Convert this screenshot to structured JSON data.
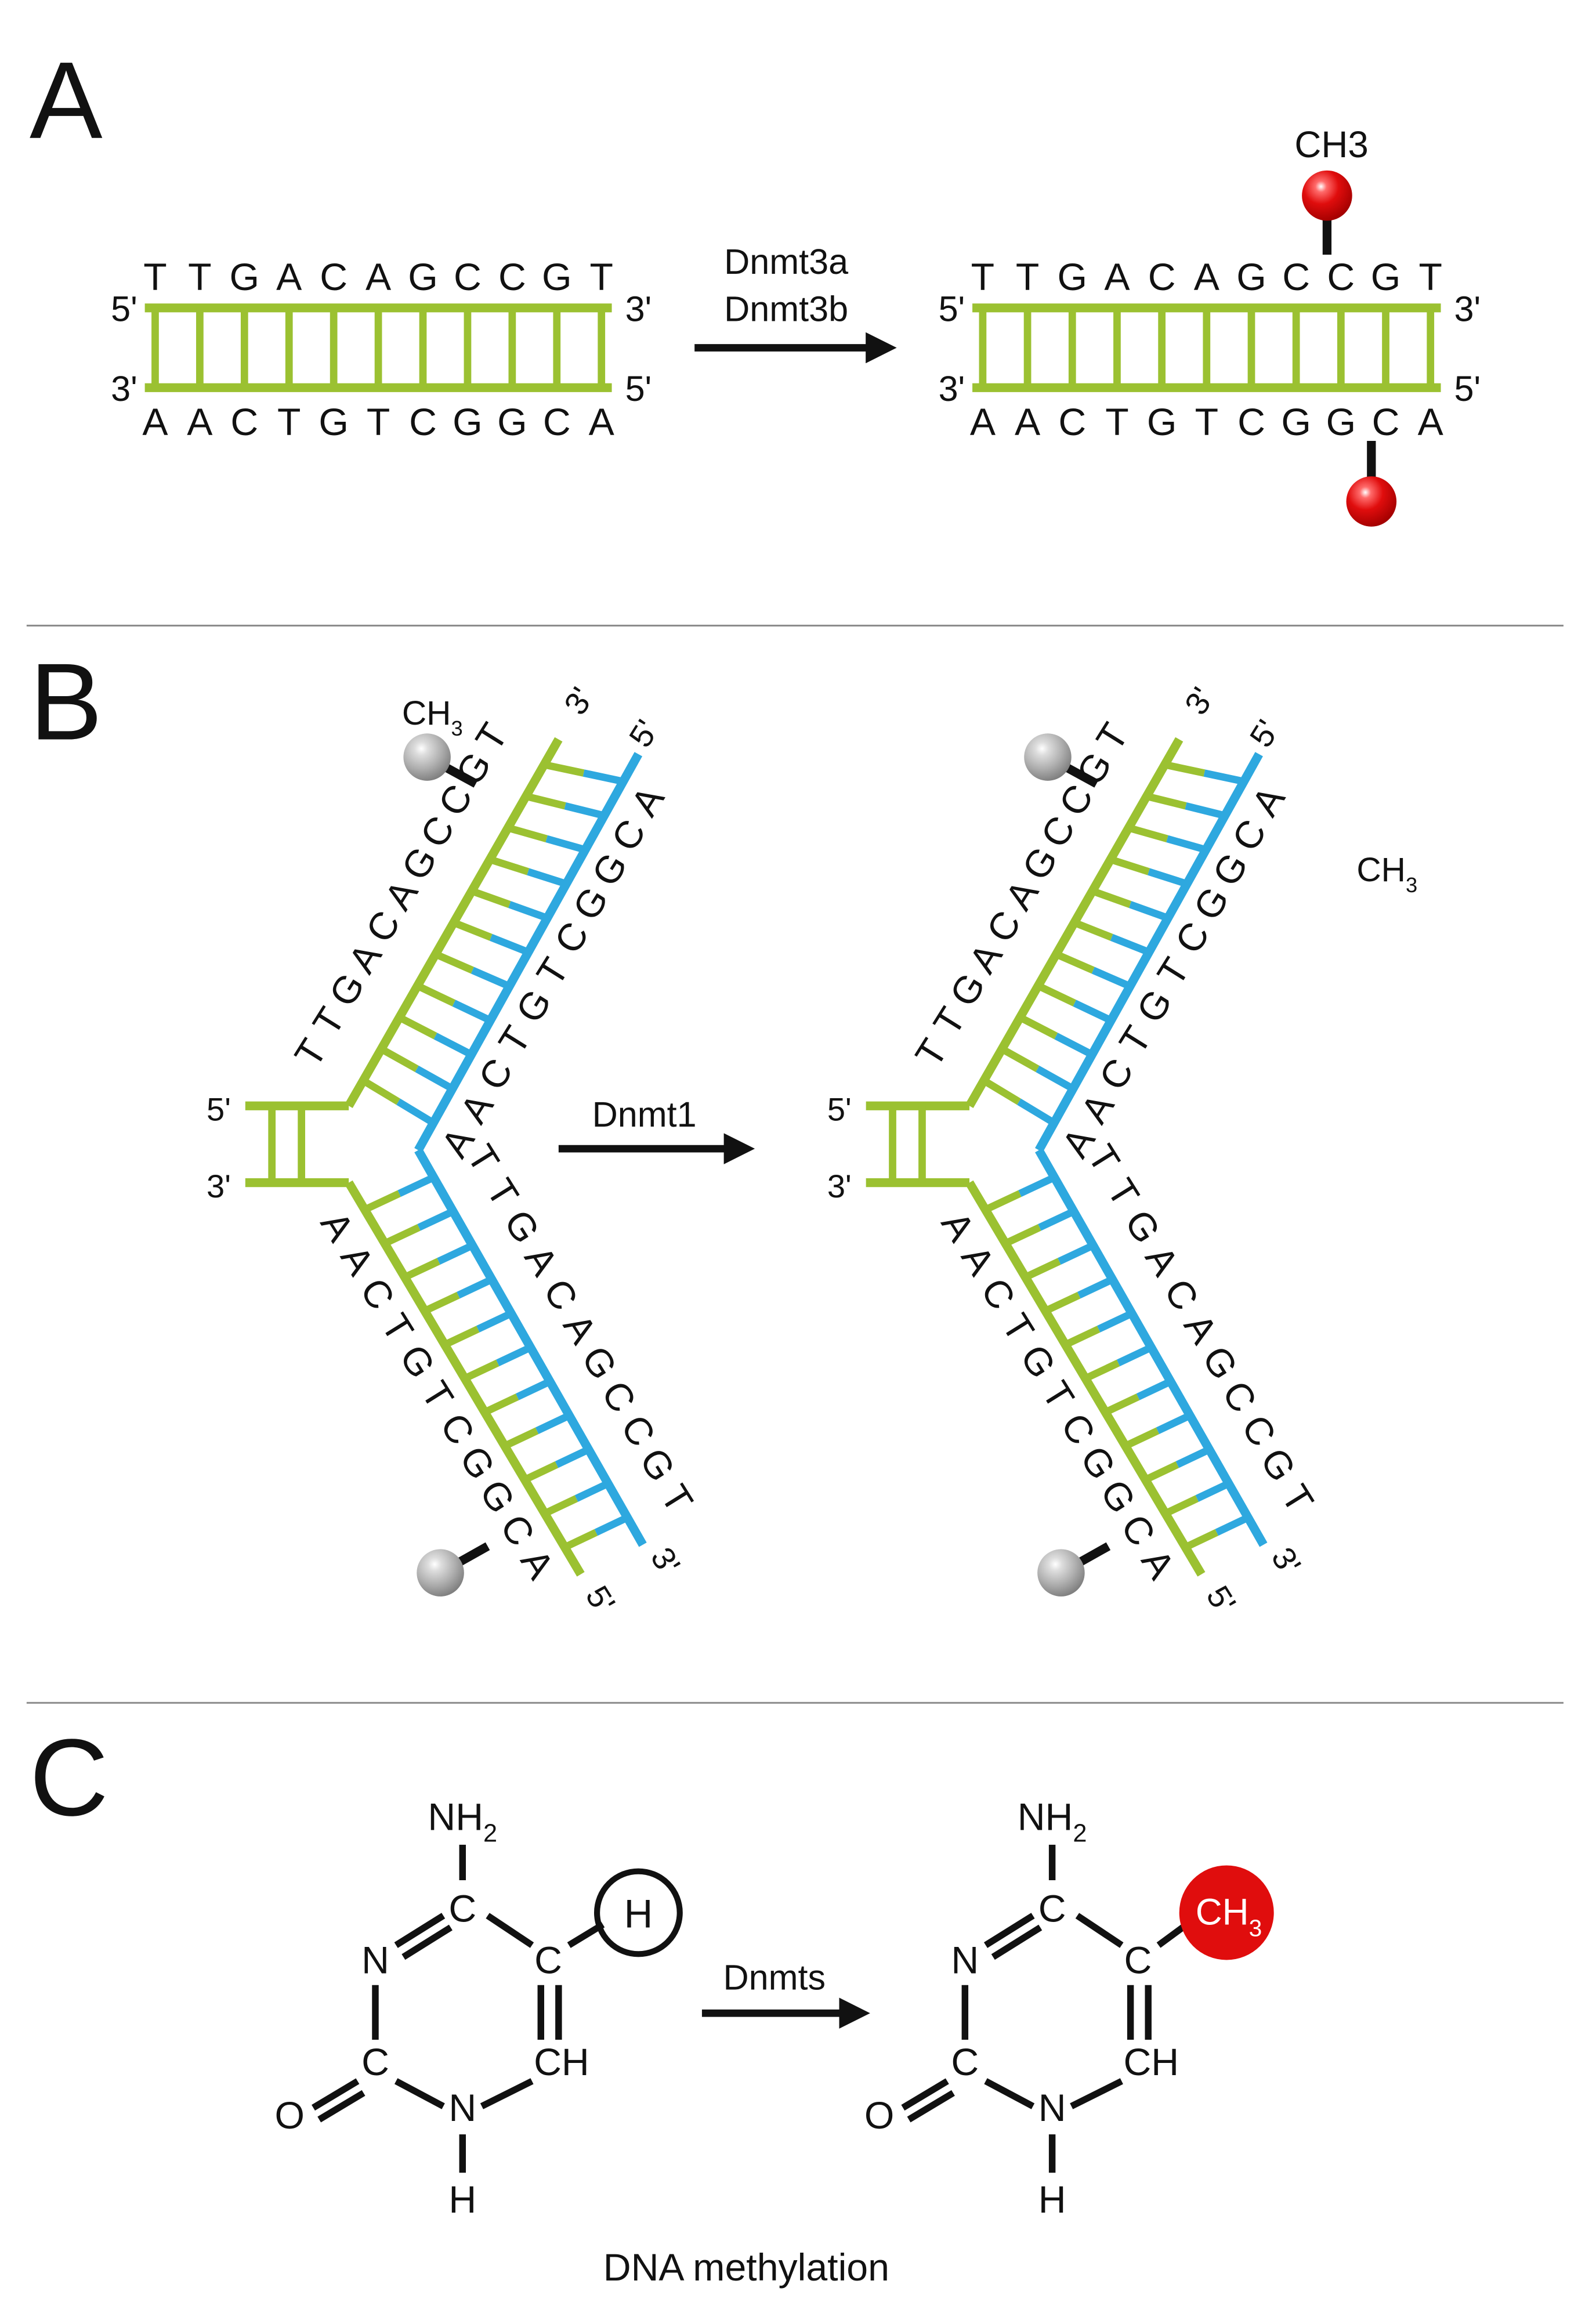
{
  "colors": {
    "strand_green": "#9bc131",
    "strand_blue": "#2ea8df",
    "methyl_red": "#e00d0d",
    "methyl_gray": "#b3b3b3",
    "ink": "#111111",
    "divider": "#8a8a8a"
  },
  "panels": {
    "a": {
      "letter": "A",
      "enzyme_lines": [
        "Dnmt3a",
        "Dnmt3b"
      ],
      "ch3_label": "CH3",
      "top_bases": [
        "T",
        "T",
        "G",
        "A",
        "C",
        "A",
        "G",
        "C",
        "C",
        "G",
        "T"
      ],
      "bottom_bases": [
        "A",
        "A",
        "C",
        "T",
        "G",
        "T",
        "C",
        "G",
        "G",
        "C",
        "A"
      ],
      "end_labels": {
        "top_left": "5'",
        "top_right": "3'",
        "bottom_left": "3'",
        "bottom_right": "5'"
      },
      "methylated_top_index": 8,
      "methylated_bottom_index": 9
    },
    "b": {
      "letter": "B",
      "enzyme": "Dnmt1",
      "ch3_label": "CH3",
      "upper_green_bases": [
        "T",
        "T",
        "G",
        "A",
        "C",
        "A",
        "G",
        "C",
        "C",
        "G",
        "T"
      ],
      "upper_blue_bases": [
        "A",
        "A",
        "C",
        "T",
        "G",
        "T",
        "C",
        "G",
        "G",
        "C",
        "A"
      ],
      "lower_blue_bases": [
        "T",
        "T",
        "G",
        "A",
        "C",
        "A",
        "G",
        "C",
        "C",
        "G",
        "T"
      ],
      "lower_green_bases": [
        "A",
        "A",
        "C",
        "T",
        "G",
        "T",
        "C",
        "G",
        "G",
        "C",
        "A"
      ],
      "end_labels": {
        "fork_left_top": "5'",
        "fork_left_bottom": "3'",
        "upper_green_end": "3'",
        "upper_blue_end": "5'",
        "lower_green_end": "5'",
        "lower_blue_end": "3'"
      }
    },
    "c": {
      "letter": "C",
      "enzyme": "Dnmts",
      "caption": "DNA methylation",
      "atoms": {
        "amine": "NH2",
        "carbon": "C",
        "nitrogen": "N",
        "ch": "CH",
        "oxygen": "O",
        "hydrogen": "H",
        "methyl": "CH3"
      }
    }
  }
}
